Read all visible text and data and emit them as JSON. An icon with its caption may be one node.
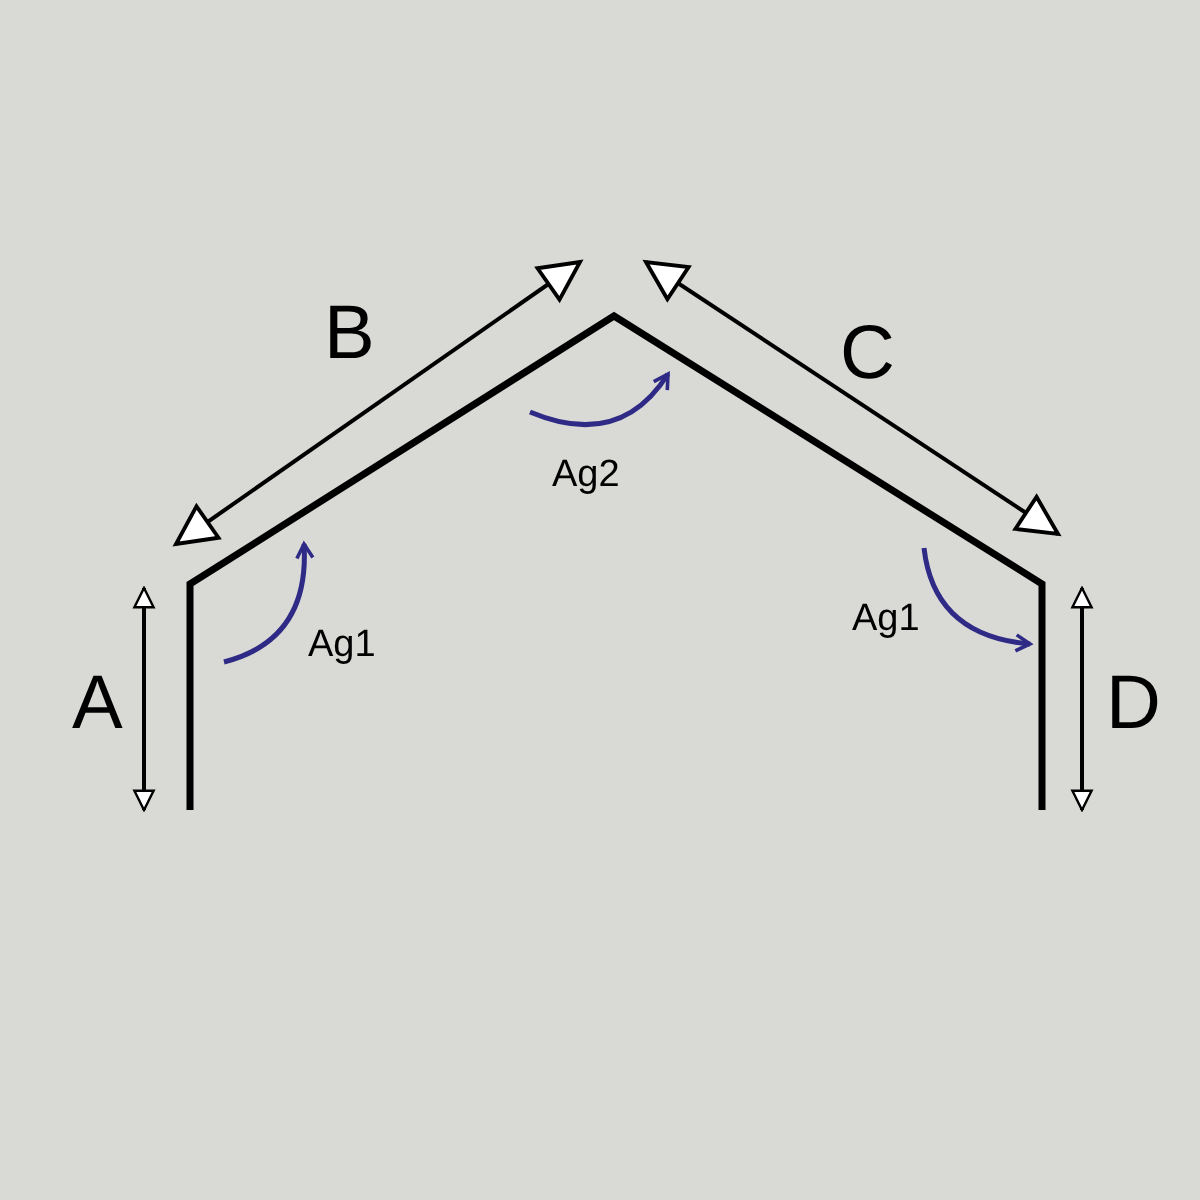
{
  "diagram": {
    "labels": [
      "B",
      "C",
      "Ag2",
      "A",
      "Ag1",
      "Ag1",
      "D"
    ]
  }
}
